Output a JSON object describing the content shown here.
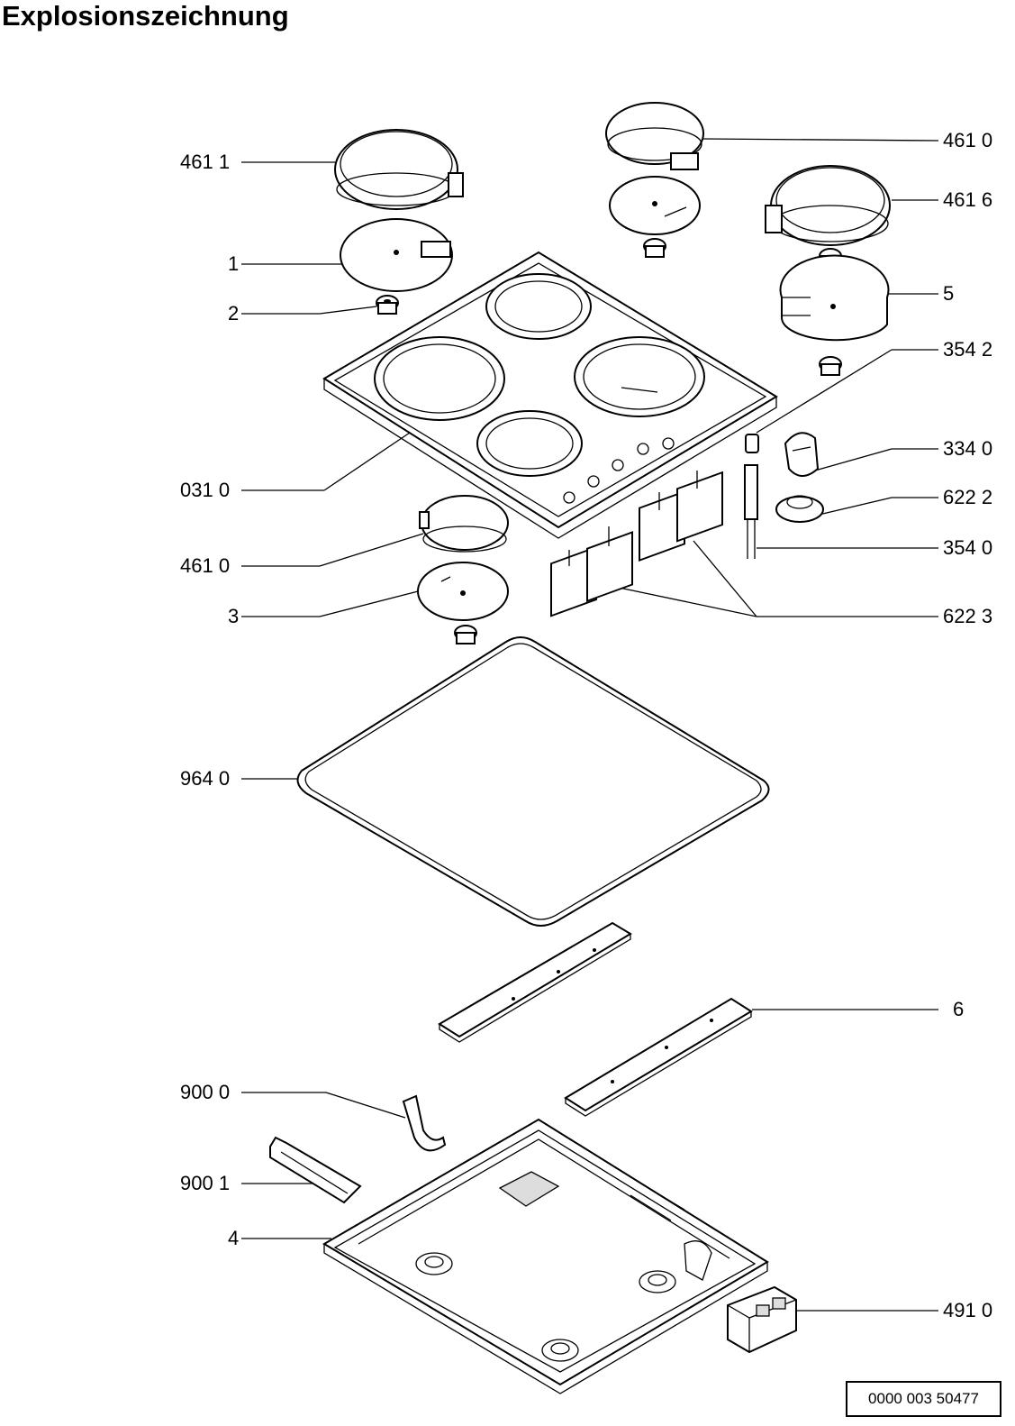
{
  "title": "Explosionszeichnung",
  "document_number": "0000 003 50477",
  "callouts": [
    {
      "id": "461-1-left",
      "text": "461 1"
    },
    {
      "id": "1",
      "text": "1"
    },
    {
      "id": "2",
      "text": "2"
    },
    {
      "id": "031-0",
      "text": "031 0"
    },
    {
      "id": "461-0-left",
      "text": "461 0"
    },
    {
      "id": "3",
      "text": "3"
    },
    {
      "id": "964-0",
      "text": "964 0"
    },
    {
      "id": "900-0",
      "text": "900 0"
    },
    {
      "id": "900-1",
      "text": "900 1"
    },
    {
      "id": "4",
      "text": "4"
    },
    {
      "id": "461-0-right",
      "text": "461 0"
    },
    {
      "id": "461-6",
      "text": "461 6"
    },
    {
      "id": "5",
      "text": "5"
    },
    {
      "id": "354-2",
      "text": "354 2"
    },
    {
      "id": "334-0",
      "text": "334 0"
    },
    {
      "id": "622-2",
      "text": "622 2"
    },
    {
      "id": "354-0",
      "text": "354 0"
    },
    {
      "id": "622-3",
      "text": "622 3"
    },
    {
      "id": "6",
      "text": "6"
    },
    {
      "id": "491-0",
      "text": "491 0"
    }
  ]
}
